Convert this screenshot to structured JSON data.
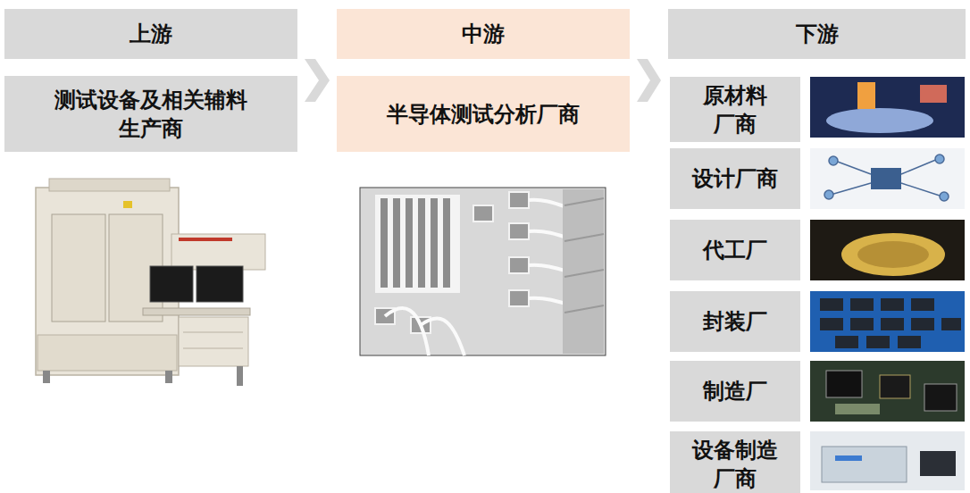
{
  "diagram": {
    "nodes": [
      {
        "text": [
          "上游"
        ]
      },
      {
        "text": [
          "测试设备及相关辅料 生产商"
        ]
      },
      {
        "text": [
          "中游"
        ]
      },
      {
        "text": [
          "半导体测试分析厂商"
        ]
      },
      {
        "text": [
          "下游"
        ]
      },
      {
        "text": [
          "原材料 厂商"
        ]
      },
      {
        "text": [
          "设计厂商"
        ]
      },
      {
        "text": [
          "代工厂"
        ]
      },
      {
        "text": [
          "封装厂"
        ]
      },
      {
        "text": [
          "制造厂"
        ]
      },
      {
        "text": [
          "设备制造 厂商"
        ]
      }
    ],
    "edges": [
      {
        "from": 0,
        "to": 2,
        "arrow": "to"
      },
      {
        "from": 2,
        "to": 4,
        "arrow": "to"
      }
    ]
  }
}
